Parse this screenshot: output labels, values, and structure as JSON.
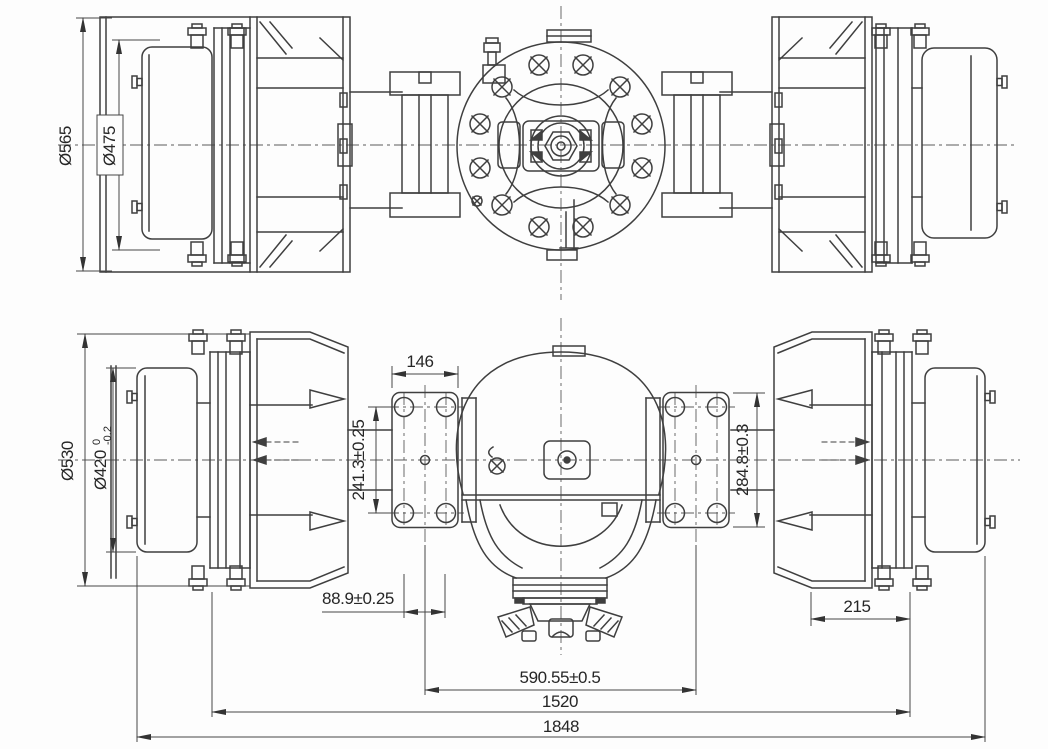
{
  "drawing": {
    "type": "engineering-drawing",
    "subject": "drive axle assembly, two orthographic views",
    "views": {
      "front_view": "axle front elevation with brake drums and differential housing",
      "plan_view": "axle plan view with spring seats and input yoke"
    },
    "colors": {
      "background": "#fdfdfd",
      "line": "#3f3f3f",
      "dim": "#474747",
      "centerline": "#5a5a5a",
      "text": "#262626"
    },
    "dimensions": {
      "front_view": {
        "drum_outer_diameter": "Ø565",
        "hub_diameter_boxed": "Ø475"
      },
      "plan_view": {
        "drum_outer_diameter": "Ø530",
        "pilot_diameter": "Ø420",
        "pilot_diameter_upper_tol": "0",
        "pilot_diameter_lower_tol": "-0.2",
        "spring_seat_width": "146",
        "left_seat_hole_spacing": "241.3±0.25",
        "right_seat_hole_spacing": "284.8±0.3",
        "seat_hole_offset": "88.9±0.25",
        "hub_face_to_flange": "215",
        "spring_seat_center_distance": "590.55±0.5",
        "mounting_face_distance": "1520",
        "overall_width": "1848"
      }
    }
  }
}
